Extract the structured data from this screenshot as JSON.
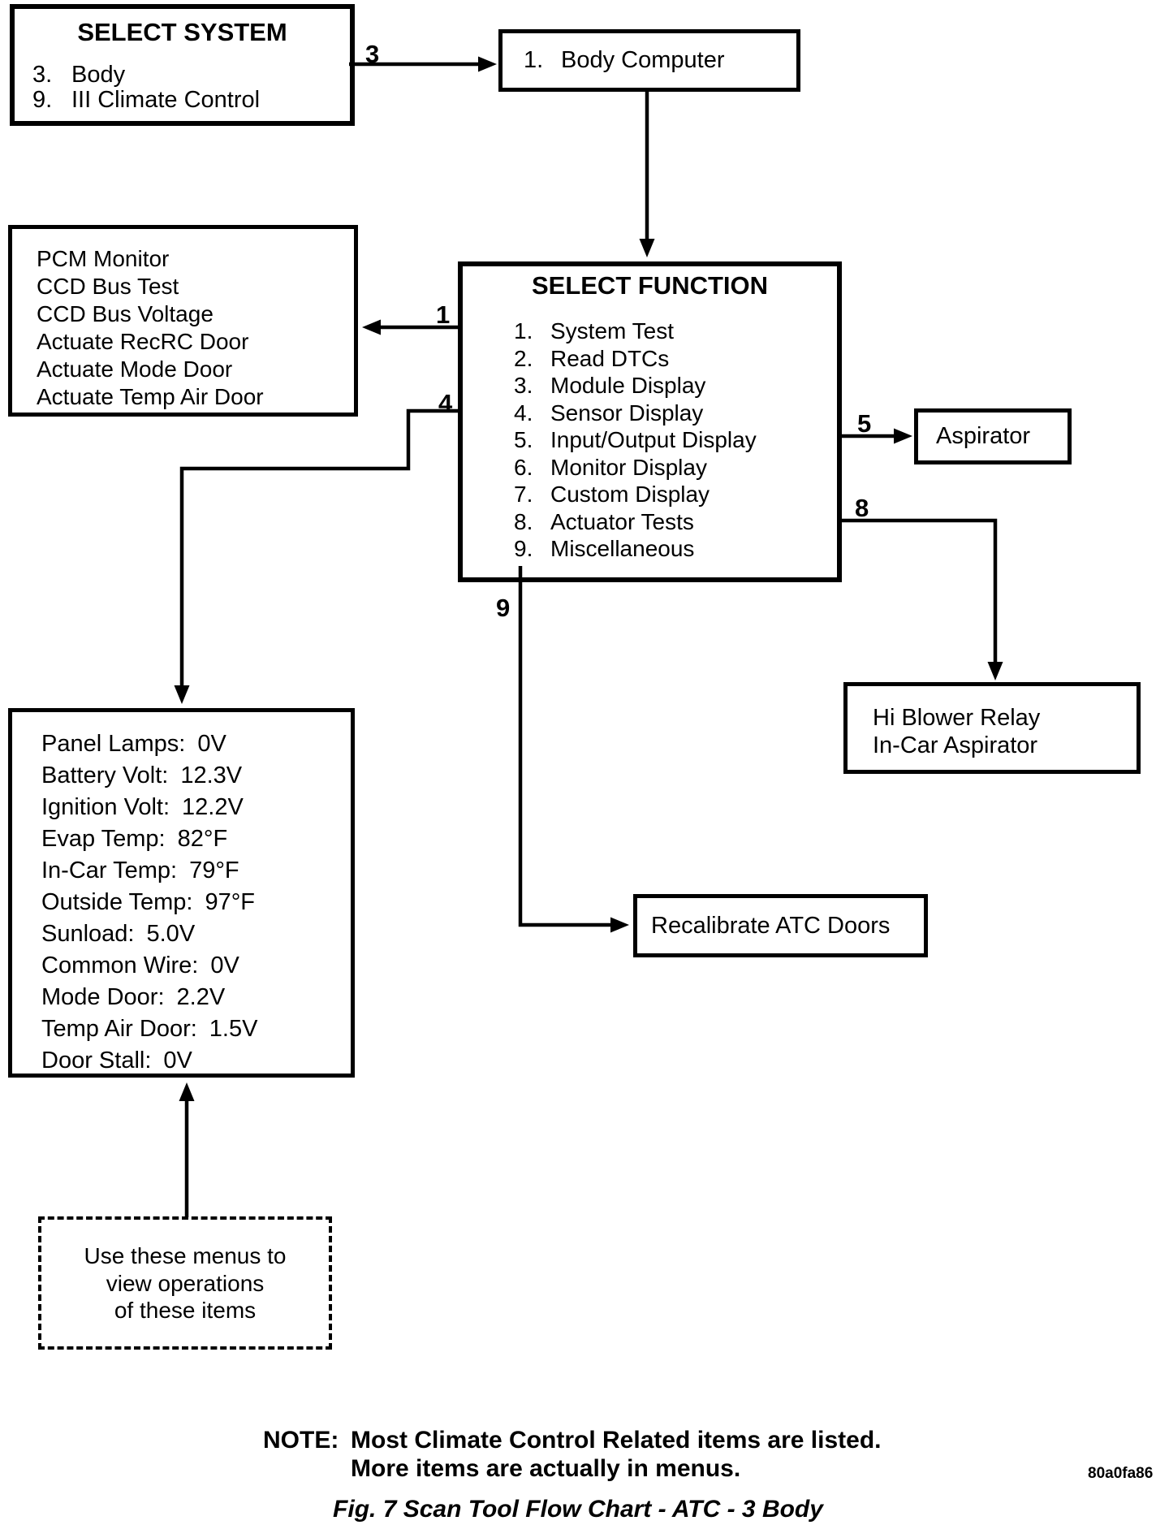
{
  "select_system": {
    "title": "SELECT SYSTEM",
    "items": [
      {
        "num": "3.",
        "label": "Body"
      },
      {
        "num": "9.",
        "label": "III Climate Control"
      }
    ]
  },
  "body_computer": {
    "num": "1.",
    "label": "Body Computer"
  },
  "pcm_box": {
    "lines": [
      "PCM Monitor",
      "CCD Bus Test",
      "CCD Bus Voltage",
      "Actuate RecRC Door",
      "Actuate Mode Door",
      "Actuate Temp Air Door"
    ]
  },
  "select_function": {
    "title": "SELECT FUNCTION",
    "items": [
      {
        "num": "1.",
        "label": "System Test"
      },
      {
        "num": "2.",
        "label": "Read DTCs"
      },
      {
        "num": "3.",
        "label": "Module Display"
      },
      {
        "num": "4.",
        "label": "Sensor Display"
      },
      {
        "num": "5.",
        "label": "Input/Output Display"
      },
      {
        "num": "6.",
        "label": "Monitor Display"
      },
      {
        "num": "7.",
        "label": "Custom Display"
      },
      {
        "num": "8.",
        "label": "Actuator Tests"
      },
      {
        "num": "9.",
        "label": "Miscellaneous"
      }
    ]
  },
  "aspirator": {
    "label": "Aspirator"
  },
  "hi_blower": {
    "lines": [
      "Hi Blower Relay",
      "In-Car Aspirator"
    ]
  },
  "sensor_values": {
    "rows": [
      {
        "name": "Panel Lamps:",
        "value": "0V"
      },
      {
        "name": "Battery Volt:",
        "value": "12.3V"
      },
      {
        "name": "Ignition Volt:",
        "value": "12.2V"
      },
      {
        "name": "Evap Temp:",
        "value": "82°F"
      },
      {
        "name": "In-Car Temp:",
        "value": "79°F"
      },
      {
        "name": "Outside Temp:",
        "value": "97°F"
      },
      {
        "name": "Sunload:",
        "value": "5.0V"
      },
      {
        "name": "Common Wire:",
        "value": "0V"
      },
      {
        "name": "Mode Door:",
        "value": "2.2V"
      },
      {
        "name": "Temp Air Door:",
        "value": "1.5V"
      },
      {
        "name": "Door Stall:",
        "value": "0V"
      }
    ]
  },
  "recalibrate": {
    "label": "Recalibrate ATC Doors"
  },
  "menus_note": {
    "lines": [
      "Use these menus to",
      "view operations",
      "of these items"
    ]
  },
  "connectors": {
    "c1": "1",
    "c3": "3",
    "c4": "4",
    "c5": "5",
    "c8": "8",
    "c9": "9"
  },
  "note": {
    "prefix": "NOTE:",
    "line1": "Most Climate Control Related items are listed.",
    "line2": "More items are actually in menus."
  },
  "caption": "Fig. 7 Scan Tool Flow Chart - ATC - 3 Body",
  "doc_code": "80a0fa86"
}
